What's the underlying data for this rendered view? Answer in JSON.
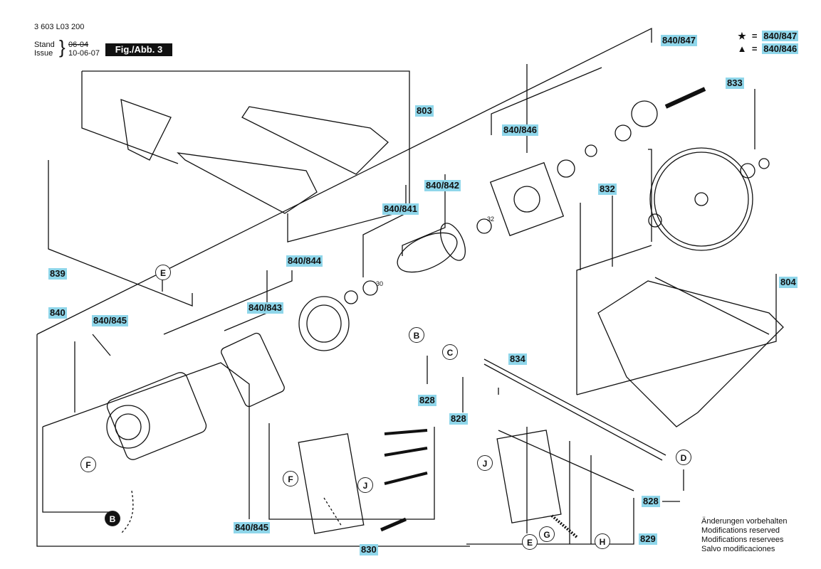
{
  "header": {
    "part_number": "3 603 L03 200",
    "stand_label": "Stand",
    "issue_label": "Issue",
    "date_old": "06-04",
    "date_new": "10-06-07",
    "figure_label": "Fig./Abb. 3"
  },
  "legend": [
    {
      "symbol": "★",
      "equals": "=",
      "value": "840/847"
    },
    {
      "symbol": "▲",
      "equals": "=",
      "value": "840/846"
    }
  ],
  "callouts": {
    "c840_847": "840/847",
    "c803": "803",
    "c833": "833",
    "c840_846": "840/846",
    "c840_842": "840/842",
    "c840_841": "840/841",
    "c832": "832",
    "c839": "839",
    "c840_844": "840/844",
    "c804": "804",
    "c840": "840",
    "c840_845_top": "840/845",
    "c840_843": "840/843",
    "c834": "834",
    "c828_b": "828",
    "c828_c": "828",
    "c828_d": "828",
    "c840_845_bottom": "840/845",
    "c829": "829",
    "c830": "830"
  },
  "small_numbers": {
    "n32": "32",
    "n30": "30"
  },
  "circle_letters": {
    "E_top": "E",
    "B": "B",
    "C": "C",
    "D": "D",
    "F_left": "F",
    "F_mid": "F",
    "J_mid": "J",
    "J_right": "J",
    "E_bottom": "E",
    "G": "G",
    "H": "H",
    "B_filled": "B"
  },
  "notes": [
    "Änderungen vorbehalten",
    "Modifications reserved",
    "Modifications reservees",
    "Salvo modificaciones"
  ]
}
